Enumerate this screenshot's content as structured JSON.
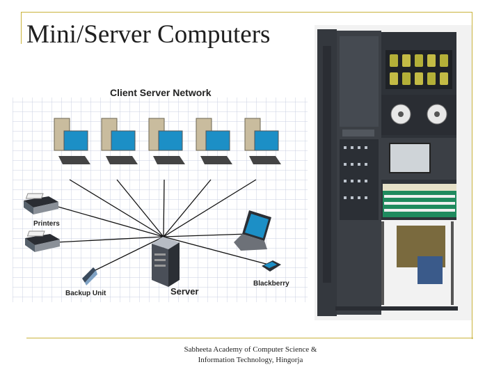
{
  "slide": {
    "title": "Mini/Server Computers",
    "footer_line1": "Sabheeta Academy of Computer Science &",
    "footer_line2": "Information Technology, Hingorja"
  },
  "diagram": {
    "title": "Client Server Network",
    "labels": {
      "printers": "Printers",
      "backup": "Backup Unit",
      "server": "Server",
      "blackberry": "Blackberry"
    }
  },
  "colors": {
    "rule": "#c9b23a",
    "grid": "#c9cfe0",
    "monitor_screen": "#1c8fc6",
    "cabinet": "#3b3f45"
  }
}
